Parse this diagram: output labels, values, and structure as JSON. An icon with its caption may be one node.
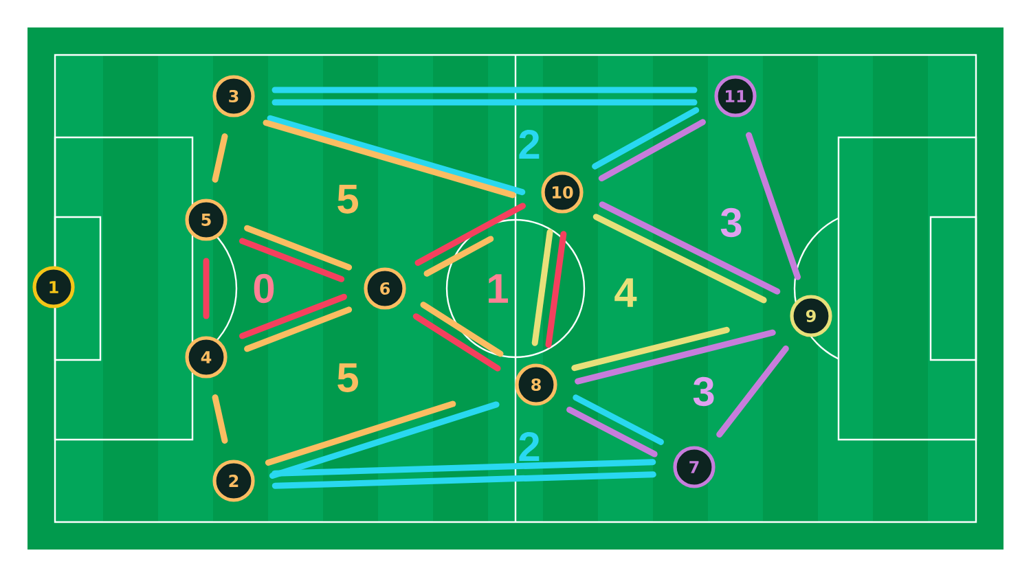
{
  "diagram": {
    "nodes": [
      {
        "text": [
          "1"
        ]
      },
      {
        "text": [
          "2"
        ]
      },
      {
        "text": [
          "3"
        ]
      },
      {
        "text": [
          "4"
        ]
      },
      {
        "text": [
          "5"
        ]
      },
      {
        "text": [
          "6"
        ]
      },
      {
        "text": [
          "7"
        ]
      },
      {
        "text": [
          "8"
        ]
      },
      {
        "text": [
          "9"
        ]
      },
      {
        "text": [
          "10"
        ]
      },
      {
        "text": [
          "11"
        ]
      }
    ],
    "edges": [
      {
        "from": 2,
        "to": 10,
        "arrow": "none",
        "color": "#29d8f0"
      },
      {
        "from": 2,
        "to": 10,
        "arrow": "none",
        "color": "#29d8f0"
      },
      {
        "from": 2,
        "to": 9,
        "arrow": "none",
        "color": "#29d8f0"
      },
      {
        "from": 2,
        "to": 9,
        "arrow": "none",
        "color": "#fbbd62"
      },
      {
        "from": 2,
        "to": 4,
        "arrow": "none",
        "color": "#fbbd62"
      },
      {
        "from": 4,
        "to": 5,
        "arrow": "none",
        "color": "#fbbd62"
      },
      {
        "from": 4,
        "to": 5,
        "arrow": "none",
        "color": "#f5405e"
      },
      {
        "from": 4,
        "to": 3,
        "arrow": "none",
        "color": "#f5405e"
      },
      {
        "from": 3,
        "to": 5,
        "arrow": "none",
        "color": "#f5405e"
      },
      {
        "from": 3,
        "to": 5,
        "arrow": "none",
        "color": "#fbbd62"
      },
      {
        "from": 3,
        "to": 1,
        "arrow": "none",
        "color": "#fbbd62"
      },
      {
        "from": 1,
        "to": 7,
        "arrow": "none",
        "color": "#fbbd62"
      },
      {
        "from": 1,
        "to": 7,
        "arrow": "none",
        "color": "#29d8f0"
      },
      {
        "from": 1,
        "to": 6,
        "arrow": "none",
        "color": "#29d8f0"
      },
      {
        "from": 1,
        "to": 6,
        "arrow": "none",
        "color": "#29d8f0"
      },
      {
        "from": 5,
        "to": 9,
        "arrow": "none",
        "color": "#fbbd62"
      },
      {
        "from": 5,
        "to": 9,
        "arrow": "none",
        "color": "#f5405e"
      },
      {
        "from": 5,
        "to": 7,
        "arrow": "none",
        "color": "#fbbd62"
      },
      {
        "from": 5,
        "to": 7,
        "arrow": "none",
        "color": "#f5405e"
      },
      {
        "from": 9,
        "to": 7,
        "arrow": "none",
        "color": "#f5405e"
      },
      {
        "from": 9,
        "to": 7,
        "arrow": "none",
        "color": "#e8e07a"
      },
      {
        "from": 9,
        "to": 10,
        "arrow": "none",
        "color": "#29d8f0"
      },
      {
        "from": 9,
        "to": 10,
        "arrow": "none",
        "color": "#c77ddc"
      },
      {
        "from": 9,
        "to": 8,
        "arrow": "none",
        "color": "#c77ddc"
      },
      {
        "from": 9,
        "to": 8,
        "arrow": "none",
        "color": "#e8e07a"
      },
      {
        "from": 7,
        "to": 8,
        "arrow": "none",
        "color": "#e8e07a"
      },
      {
        "from": 7,
        "to": 8,
        "arrow": "none",
        "color": "#c77ddc"
      },
      {
        "from": 7,
        "to": 6,
        "arrow": "none",
        "color": "#c77ddc"
      },
      {
        "from": 7,
        "to": 6,
        "arrow": "none",
        "color": "#29d8f0"
      },
      {
        "from": 10,
        "to": 8,
        "arrow": "none",
        "color": "#c77ddc"
      },
      {
        "from": 8,
        "to": 6,
        "arrow": "none",
        "color": "#c77ddc"
      }
    ],
    "labels": [
      "2",
      "5",
      "3",
      "0",
      "1",
      "4",
      "5",
      "3",
      "2"
    ]
  }
}
